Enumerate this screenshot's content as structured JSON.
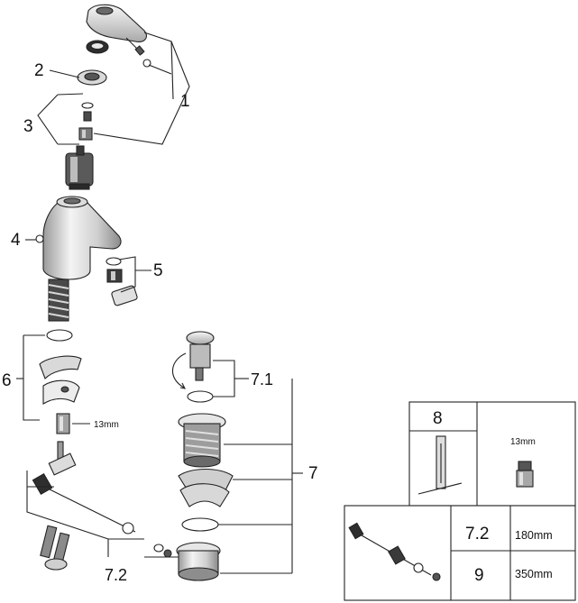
{
  "callouts": {
    "c1": "1",
    "c2": "2",
    "c3": "3",
    "c4": "4",
    "c5": "5",
    "c6": "6",
    "c7": "7",
    "c71": "7.1",
    "c72": "7.2"
  },
  "wrench_note": "13mm",
  "tool_box": {
    "tool_number": "8",
    "wrench_size": "13mm"
  },
  "rod_table": {
    "rows": [
      {
        "code": "7.2",
        "length": "180mm"
      },
      {
        "code": "9",
        "length": "350mm"
      }
    ]
  },
  "colors": {
    "line": "#222222",
    "part_light": "#e6e6e6",
    "part_mid": "#b9b9b9",
    "part_dark": "#3a3a3a"
  }
}
